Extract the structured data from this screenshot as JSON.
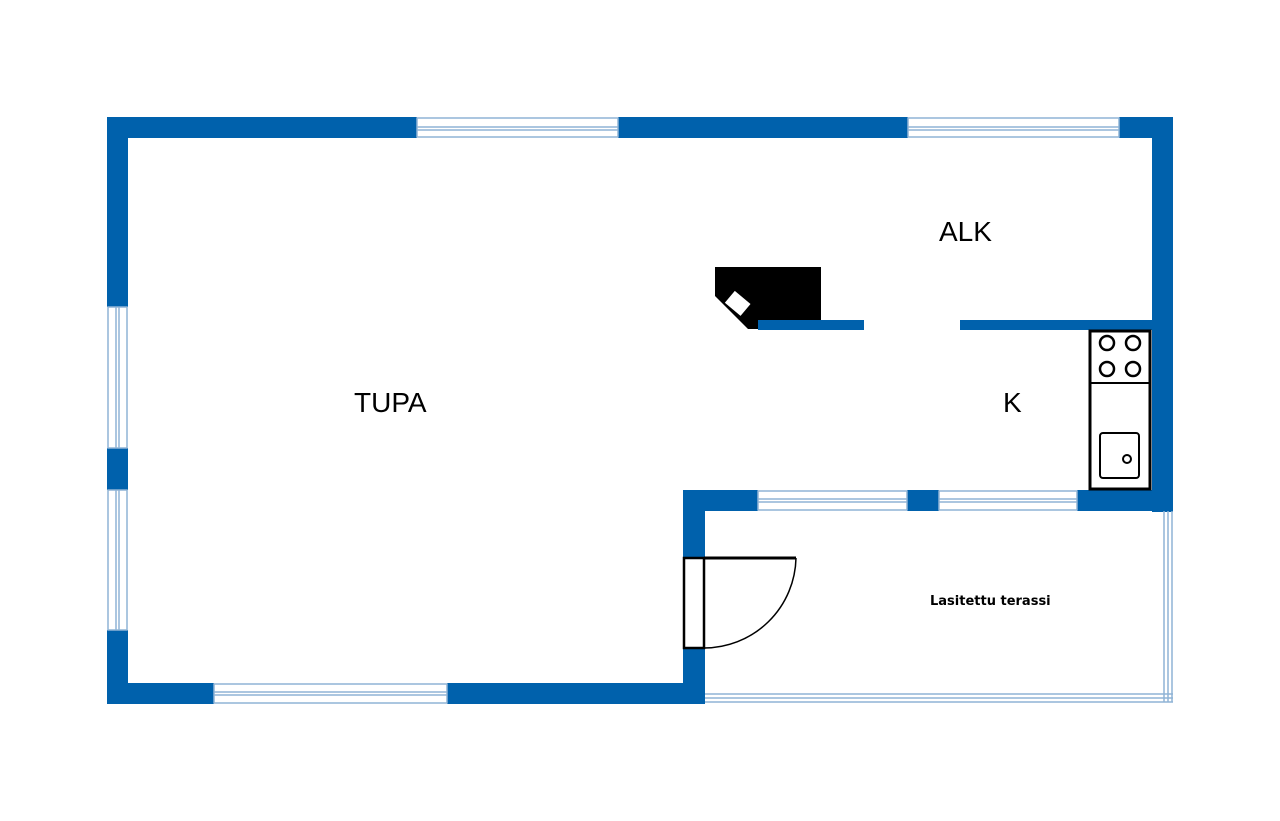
{
  "rooms": {
    "tupa": "TUPA",
    "alk": "ALK",
    "keittio": "K",
    "terassi": "Lasitettu terassi"
  },
  "colors": {
    "wall": "#0061ac",
    "window_line": "#8fb4d6",
    "fixture": "#000000",
    "background": "#ffffff"
  },
  "icons": [
    "fireplace-icon",
    "stove-icon",
    "sink-icon",
    "door-swing-icon"
  ]
}
